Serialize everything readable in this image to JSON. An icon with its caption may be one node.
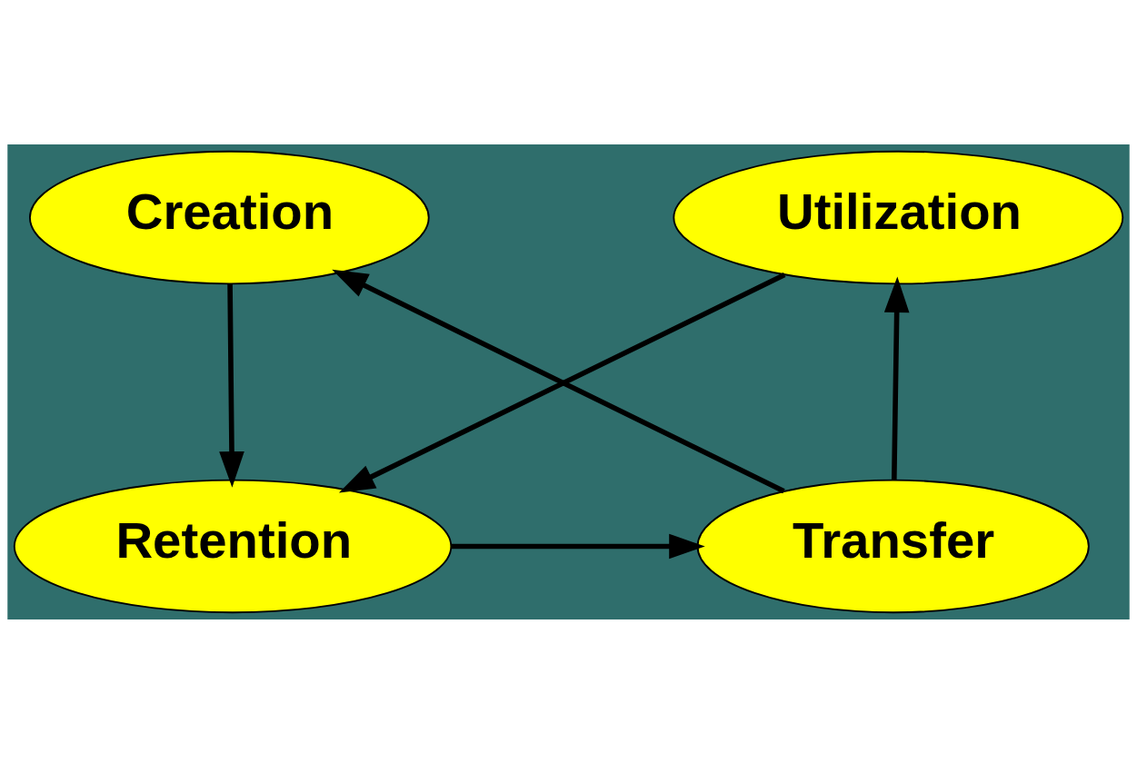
{
  "diagram": {
    "nodes": [
      {
        "text": [
          "Creation"
        ]
      },
      {
        "text": [
          "Utilization"
        ]
      },
      {
        "text": [
          "Transfer"
        ]
      },
      {
        "text": [
          "Retention"
        ]
      }
    ],
    "edges": [
      {
        "from": 0,
        "to": 3,
        "arrow": "to"
      },
      {
        "from": 1,
        "to": 3,
        "arrow": "to"
      },
      {
        "from": 3,
        "to": 2,
        "arrow": "to"
      },
      {
        "from": 2,
        "to": 0,
        "arrow": "to"
      },
      {
        "from": 2,
        "to": 1,
        "arrow": "to"
      }
    ]
  }
}
